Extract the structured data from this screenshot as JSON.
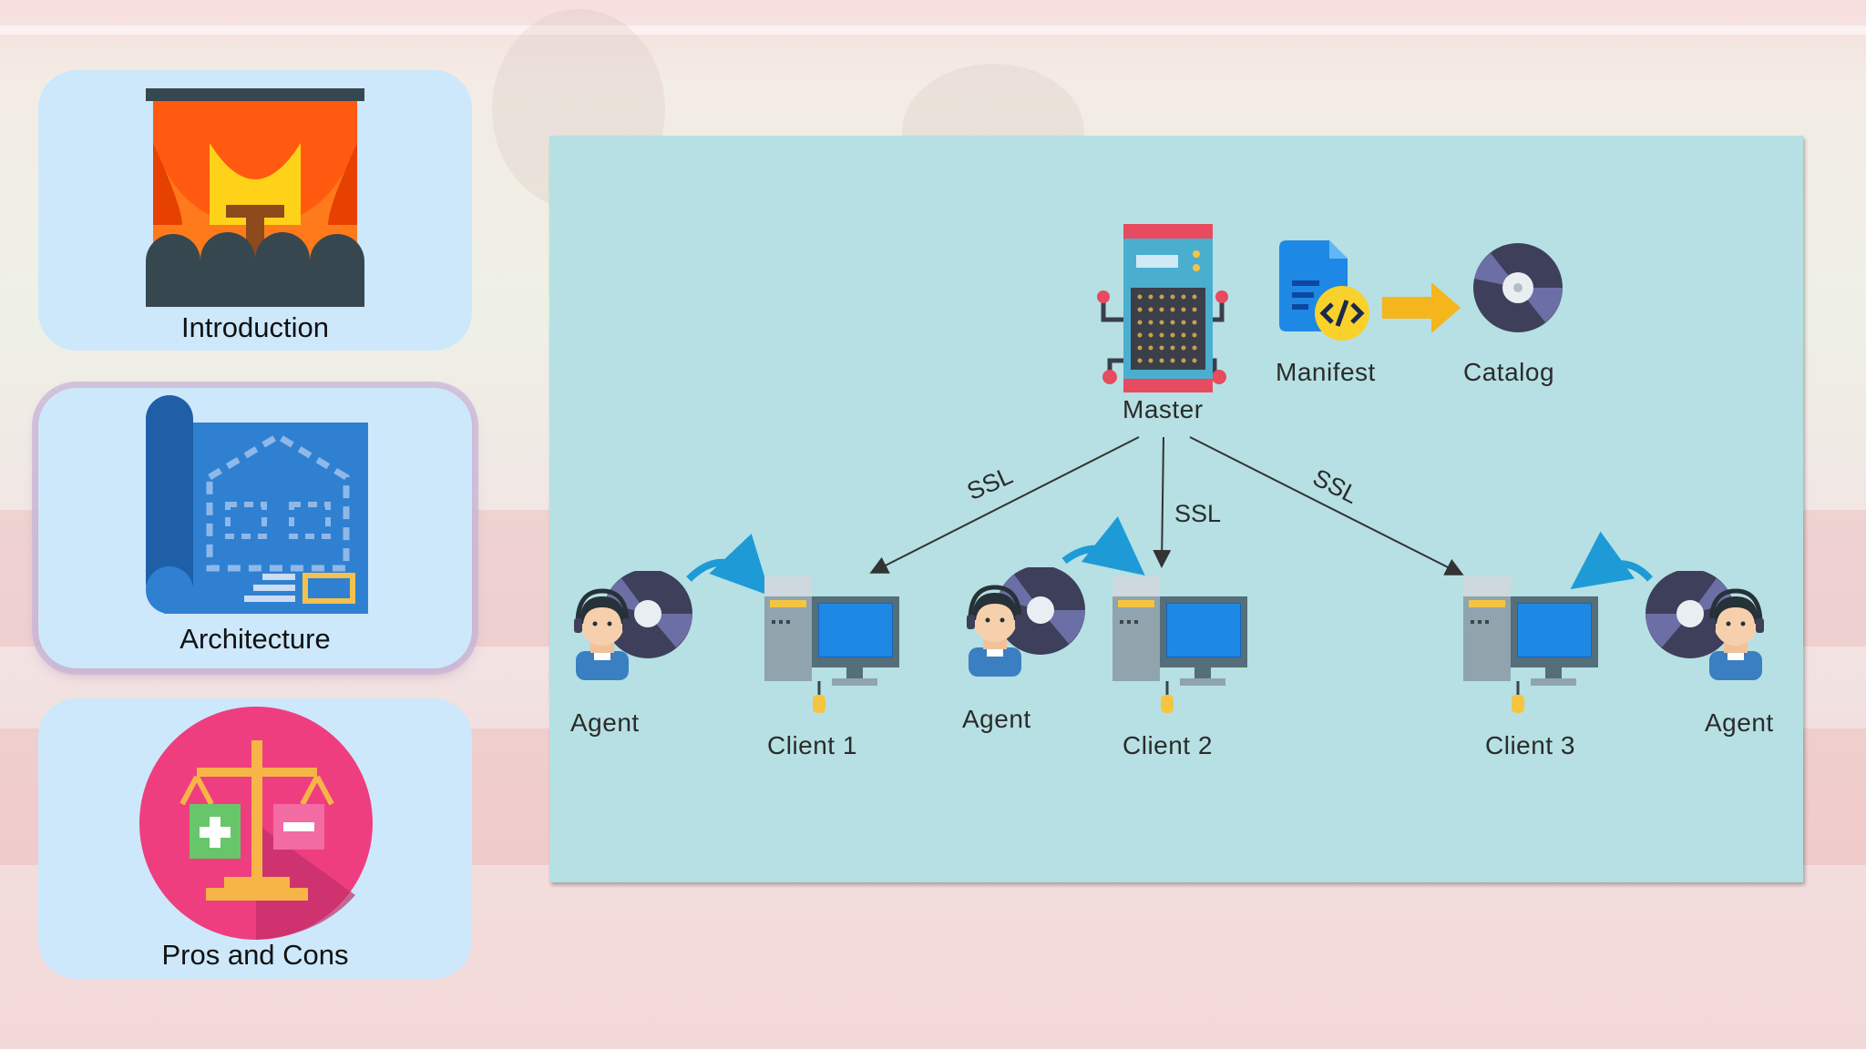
{
  "nav": {
    "items": [
      {
        "label": "Introduction"
      },
      {
        "label": "Architecture"
      },
      {
        "label": "Pros and Cons"
      }
    ]
  },
  "diagram": {
    "master": "Master",
    "manifest": "Manifest",
    "catalog": "Catalog",
    "ssl": [
      "SSL",
      "SSL",
      "SSL"
    ],
    "agents": [
      "Agent",
      "Agent",
      "Agent"
    ],
    "clients": [
      "Client 1",
      "Client 2",
      "Client 3"
    ]
  },
  "colors": {
    "card_bg": "#cde8fb",
    "diagram_bg": "#b6e0e3",
    "arrow_blue": "#1e9bd7",
    "manifest_arrow": "#f5b51c"
  }
}
